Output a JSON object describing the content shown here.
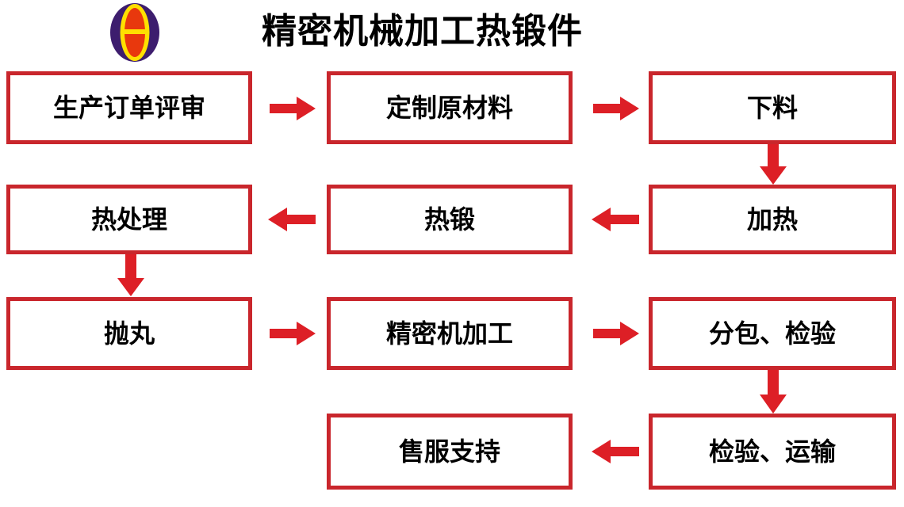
{
  "header": {
    "title": "精密机械加工热锻件",
    "logo_name": "company-logo",
    "logo_colors": {
      "outer_oval": "#3d1d6e",
      "inner_ring": "#ffe000",
      "inner_fill": "#e8380d"
    }
  },
  "theme": {
    "box_border": "#c9262c",
    "arrow_fill": "#dd1f26",
    "text": "#000000",
    "background": "#ffffff"
  },
  "flow": {
    "nodes": [
      {
        "id": "order-review",
        "label": "生产订单评审",
        "row": 1,
        "col": 1
      },
      {
        "id": "custom-raw-material",
        "label": "定制原材料",
        "row": 1,
        "col": 2
      },
      {
        "id": "cutting",
        "label": "下料",
        "row": 1,
        "col": 3
      },
      {
        "id": "heat-treatment",
        "label": "热处理",
        "row": 2,
        "col": 1
      },
      {
        "id": "hot-forging",
        "label": "热锻",
        "row": 2,
        "col": 2
      },
      {
        "id": "heating",
        "label": "加热",
        "row": 2,
        "col": 3
      },
      {
        "id": "shot-blasting",
        "label": "抛丸",
        "row": 3,
        "col": 1
      },
      {
        "id": "precision-machining",
        "label": "精密机加工",
        "row": 3,
        "col": 2
      },
      {
        "id": "packing-inspection",
        "label": "分包、检验",
        "row": 3,
        "col": 3
      },
      {
        "id": "after-sales-support",
        "label": "售服支持",
        "row": 4,
        "col": 2
      },
      {
        "id": "inspect-transport",
        "label": "检验、运输",
        "row": 4,
        "col": 3
      }
    ],
    "connectors": [
      {
        "id": "order-review--custom-raw-material",
        "direction": "right"
      },
      {
        "id": "custom-raw-material--cutting",
        "direction": "right"
      },
      {
        "id": "cutting--heating",
        "direction": "down"
      },
      {
        "id": "heating--hot-forging",
        "direction": "left"
      },
      {
        "id": "hot-forging--heat-treatment",
        "direction": "left"
      },
      {
        "id": "heat-treatment--shot-blasting",
        "direction": "down"
      },
      {
        "id": "shot-blasting--precision-machining",
        "direction": "right"
      },
      {
        "id": "precision-machining--packing-inspection",
        "direction": "right"
      },
      {
        "id": "packing-inspection--inspect-transport",
        "direction": "down"
      },
      {
        "id": "inspect-transport--after-sales-support",
        "direction": "left"
      }
    ]
  }
}
